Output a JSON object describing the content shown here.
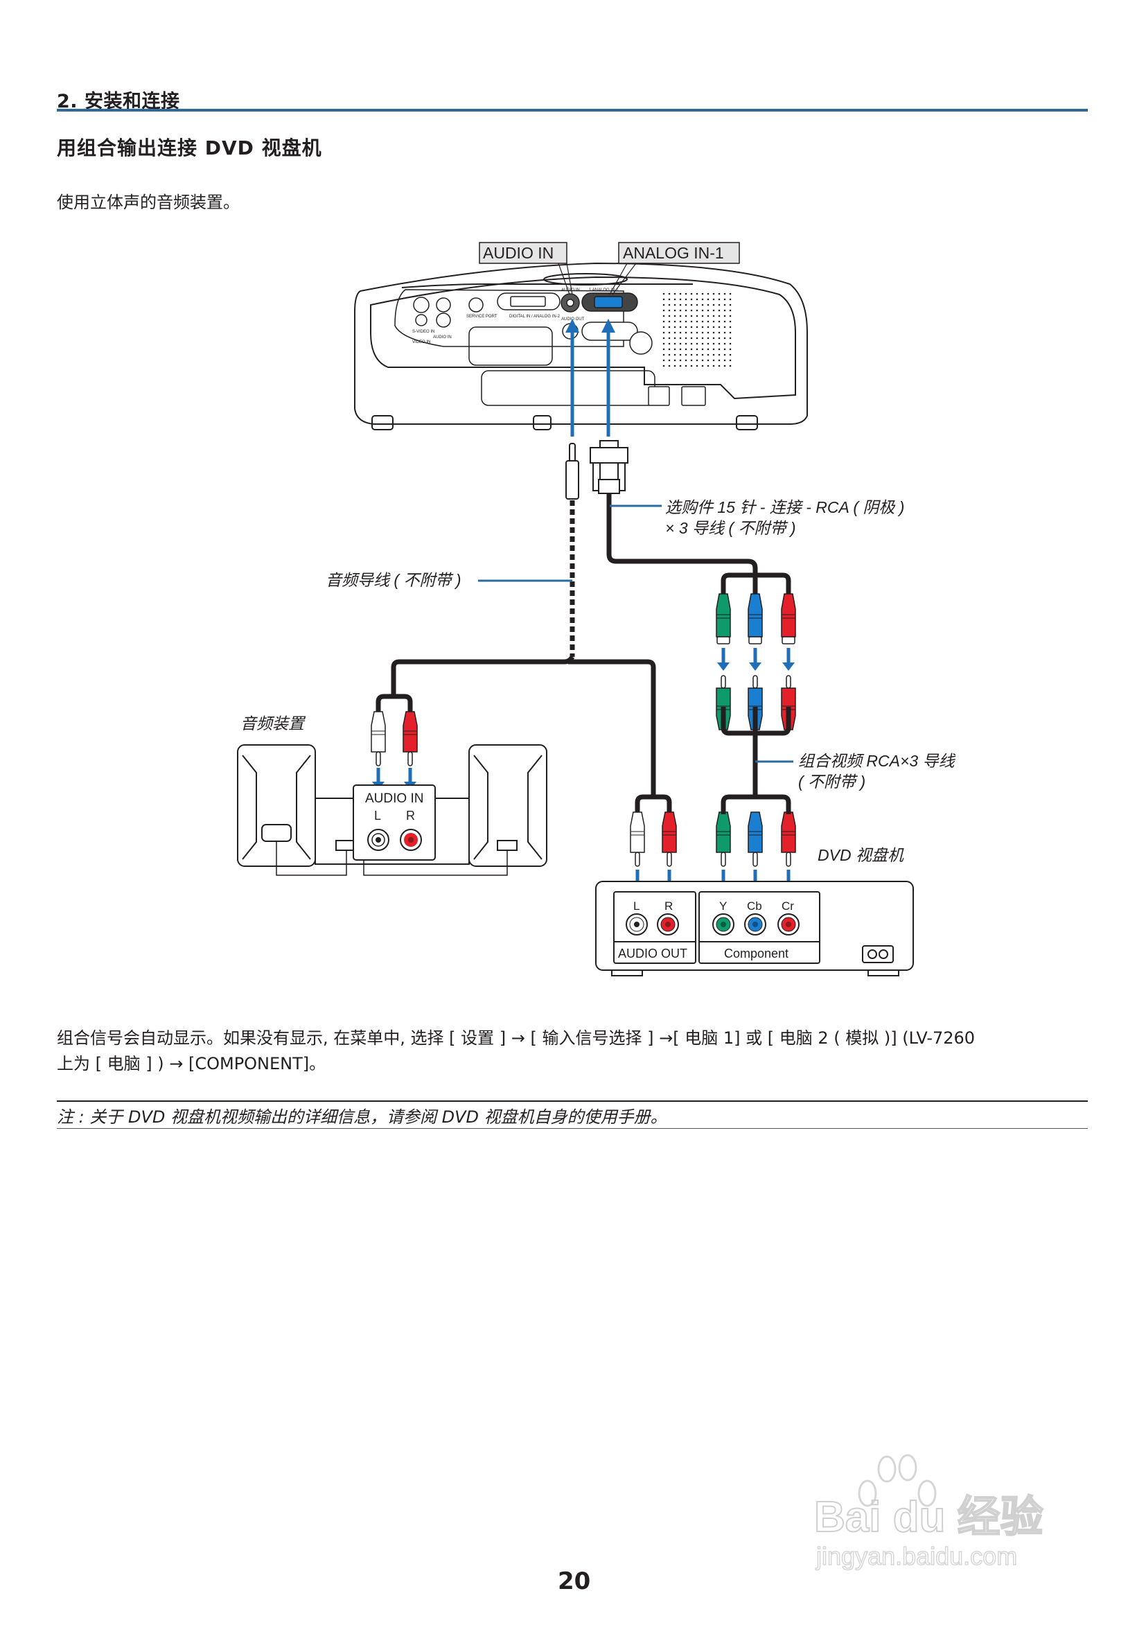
{
  "section": {
    "title": "2. 安装和连接"
  },
  "subsection": {
    "title": "用组合输出连接 DVD 视盘机"
  },
  "intro": "使用立体声的音频装置。",
  "diagram": {
    "projector_labels": {
      "audio_in": "AUDIO IN",
      "analog_in": "ANALOG IN-1"
    },
    "projector_panel": {
      "s_video": "S-VIDEO IN",
      "video": "VIDEO IN",
      "audio_in_small": "AUDIO IN",
      "service_port": "SERVICE PORT",
      "digital_in": "DIGITAL IN / ANALOG IN-2",
      "audio_in_jack": "AUDIO IN",
      "analog_in_jack": "1 ANALOG IN-1",
      "audio_out_jack": "AUDIO OUT"
    },
    "callouts": {
      "vga_cable_line1": "选购件 15 针 - 连接 - RCA ( 阴极 )",
      "vga_cable_line2": "× 3 导线 ( 不附带 )",
      "audio_cable": "音频导线 ( 不附带 )",
      "audio_device": "音频装置",
      "component_cable_line1": "组合视频 RCA×3 导线",
      "component_cable_line2": "( 不附带 )",
      "dvd_player": "DVD 视盘机"
    },
    "audio_device_panel": {
      "title": "AUDIO IN",
      "left": "L",
      "right": "R"
    },
    "dvd_panel": {
      "audio_l": "L",
      "audio_r": "R",
      "y": "Y",
      "cb": "Cb",
      "cr": "Cr",
      "audio_out_label": "AUDIO OUT",
      "component_label": "Component"
    },
    "colors": {
      "arrow_blue": "#1f6fb8",
      "callout_blue": "#2e6a9e",
      "green": "#0e9a6a",
      "blue": "#1a7fd0",
      "red": "#e4202a",
      "white": "#ffffff"
    }
  },
  "body": {
    "line1": "组合信号会自动显示。如果没有显示, 在菜单中, 选择 [ 设置 ] → [ 输入信号选择 ] →[ 电脑 1] 或 [ 电脑 2 ( 模拟 )] (LV-7260",
    "line2": "上为 [ 电脑 ] ) → [COMPONENT]。"
  },
  "note": "注 : 关于 DVD 视盘机视频输出的详细信息，请参阅 DVD 视盘机自身的使用手册。",
  "page_number": "20",
  "watermark": {
    "brand": "Bai du 经验",
    "url": "jingyan.baidu.com"
  }
}
